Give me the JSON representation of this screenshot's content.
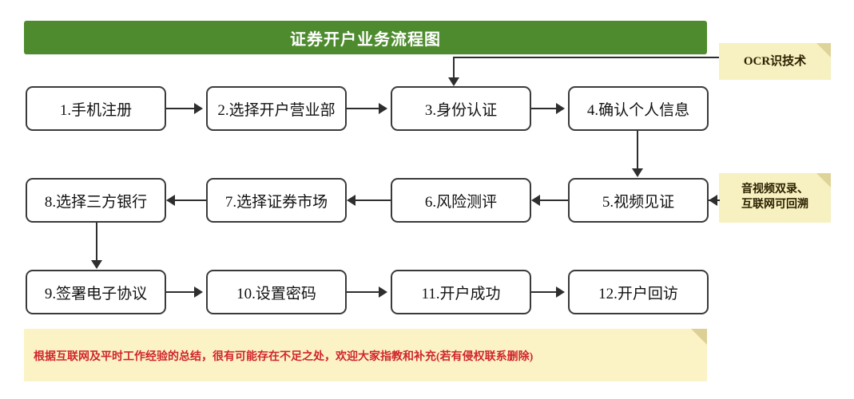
{
  "header": {
    "title": "证券开户业务流程图",
    "background_color": "#4e8b2e",
    "text_color": "#ffffff"
  },
  "flow": {
    "nodes": [
      {
        "id": "n1",
        "label": "1.手机注册",
        "row": 1,
        "col": 1
      },
      {
        "id": "n2",
        "label": "2.选择开户营业部",
        "row": 1,
        "col": 2
      },
      {
        "id": "n3",
        "label": "3.身份认证",
        "row": 1,
        "col": 3
      },
      {
        "id": "n4",
        "label": "4.确认个人信息",
        "row": 1,
        "col": 4
      },
      {
        "id": "n8",
        "label": "8.选择三方银行",
        "row": 2,
        "col": 1
      },
      {
        "id": "n7",
        "label": "7.选择证券市场",
        "row": 2,
        "col": 2
      },
      {
        "id": "n6",
        "label": "6.风险测评",
        "row": 2,
        "col": 3
      },
      {
        "id": "n5",
        "label": "5.视频见证",
        "row": 2,
        "col": 4
      },
      {
        "id": "n9",
        "label": "9.签署电子协议",
        "row": 3,
        "col": 1
      },
      {
        "id": "n10",
        "label": "10.设置密码",
        "row": 3,
        "col": 2
      },
      {
        "id": "n11",
        "label": "11.开户成功",
        "row": 3,
        "col": 3
      },
      {
        "id": "n12",
        "label": "12.开户回访",
        "row": 3,
        "col": 4
      }
    ],
    "connections": [
      {
        "from": "n1",
        "to": "n2",
        "direction": "right"
      },
      {
        "from": "n2",
        "to": "n3",
        "direction": "right"
      },
      {
        "from": "n3",
        "to": "n4",
        "direction": "right"
      },
      {
        "from": "n4",
        "to": "n5",
        "direction": "down"
      },
      {
        "from": "n5",
        "to": "n6",
        "direction": "left"
      },
      {
        "from": "n6",
        "to": "n7",
        "direction": "left"
      },
      {
        "from": "n7",
        "to": "n8",
        "direction": "left"
      },
      {
        "from": "n8",
        "to": "n9",
        "direction": "down"
      },
      {
        "from": "n9",
        "to": "n10",
        "direction": "right"
      },
      {
        "from": "n10",
        "to": "n11",
        "direction": "right"
      },
      {
        "from": "n11",
        "to": "n12",
        "direction": "right"
      },
      {
        "from": "note_ocr",
        "to": "n3",
        "direction": "elbow-down"
      },
      {
        "from": "note_video",
        "to": "n5",
        "direction": "left"
      }
    ],
    "node_border_color": "#3a3a3a",
    "connector_color": "#2e2e2e"
  },
  "notes": {
    "ocr": {
      "text": "OCR识技术",
      "background_color": "#f7f0c0"
    },
    "video": {
      "line1": "音视频双录、",
      "line2": "互联网可回溯",
      "background_color": "#f7f0c0"
    },
    "footer": {
      "text": "根据互联网及平时工作经验的总结，很有可能存在不足之处，欢迎大家指教和补充(若有侵权联系删除)",
      "background_color": "#fbf3c6",
      "text_color": "#d1252b"
    }
  }
}
